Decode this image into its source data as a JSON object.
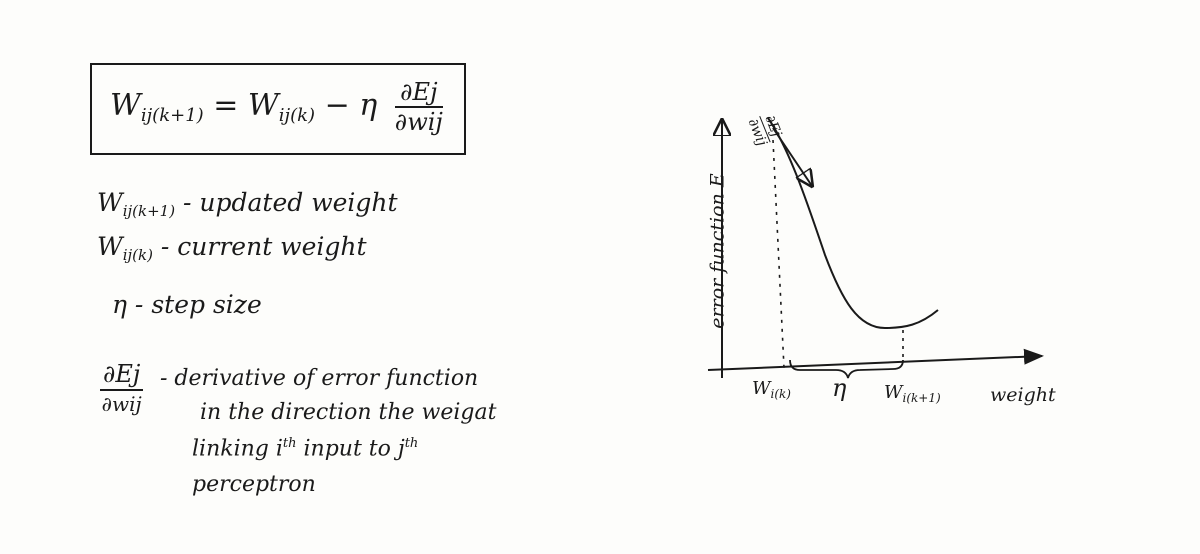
{
  "formula": {
    "lhs": "W",
    "lhs_sub": "ij(k+1)",
    "eq": "=",
    "rhs_w": "W",
    "rhs_sub": "ij(k)",
    "minus_eta": "− η",
    "frac_num": "∂Ej",
    "frac_den": "∂wij"
  },
  "definitions": [
    {
      "symbol": "W",
      "sub": "ij(k+1)",
      "text": " - updated weight"
    },
    {
      "symbol": "W",
      "sub": "ij(k)",
      "text": " - current weight"
    },
    {
      "symbol": "η",
      "sub": "",
      "text": " - step size"
    }
  ],
  "derivative_def": {
    "num": "∂Ej",
    "den": "∂wij",
    "line1": "- derivative of error function",
    "line2": "in the direction the weigat",
    "line3_a": "linking i",
    "line3_sup1": "th",
    "line3_b": " input to j",
    "line3_sup2": "th",
    "line4": "perceptron"
  },
  "graph": {
    "ylabel": "error function E",
    "xlabel": "weight",
    "tick_wk": "W",
    "tick_wk_sub": "i(k)",
    "eta_label": "η",
    "tick_wk1": "W",
    "tick_wk1_sub": "i(k+1)",
    "grad_num": "∂Ej",
    "grad_den": "∂wij"
  }
}
